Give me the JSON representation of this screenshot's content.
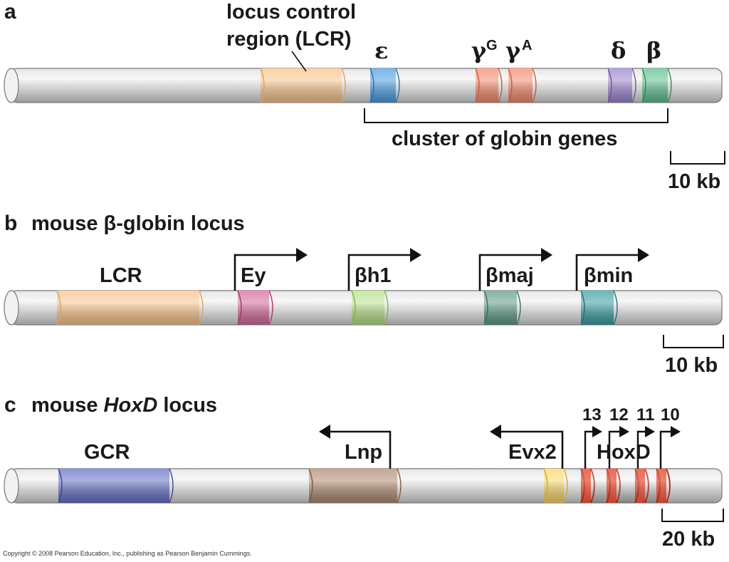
{
  "colors": {
    "lcr": "#f7c48c",
    "epsilon": "#4d9ee0",
    "gammaG": "#f28a6e",
    "gammaA": "#f28a6e",
    "delta": "#9b85cf",
    "beta": "#5ebf8e",
    "ey": "#d46a9c",
    "bh1": "#b8e08a",
    "bmaj": "#5f9a88",
    "bmin": "#3b9ea3",
    "gcr": "#6670c4",
    "lnp": "#b08a72",
    "evx2": "#f9d76a",
    "hoxd": "#e8503a"
  },
  "panel_a": {
    "label": "a",
    "lcr_label_line1": "locus control",
    "lcr_label_line2": "region (LCR)",
    "epsilon": "ε",
    "gamma": "γ",
    "gammaG_sup": "G",
    "gammaA_sup": "A",
    "delta": "δ",
    "beta": "β",
    "cluster": "cluster of globin genes",
    "scale": "10 kb"
  },
  "panel_b": {
    "label": "b",
    "title": "mouse β-globin locus",
    "lcr": "LCR",
    "ey": "Ey",
    "bh1": "βh1",
    "bmaj": "βmaj",
    "bmin": "βmin",
    "scale": "10 kb"
  },
  "panel_c": {
    "label": "c",
    "title_prefix": "mouse ",
    "title_italic": "HoxD",
    "title_suffix": " locus",
    "gcr": "GCR",
    "lnp": "Lnp",
    "evx2": "Evx2",
    "hoxd": "HoxD",
    "n13": "13",
    "n12": "12",
    "n11": "11",
    "n10": "10",
    "scale": "20 kb"
  },
  "copyright": "Copyright © 2008 Pearson Education, Inc., publishing as Pearson Benjamin Cummings."
}
